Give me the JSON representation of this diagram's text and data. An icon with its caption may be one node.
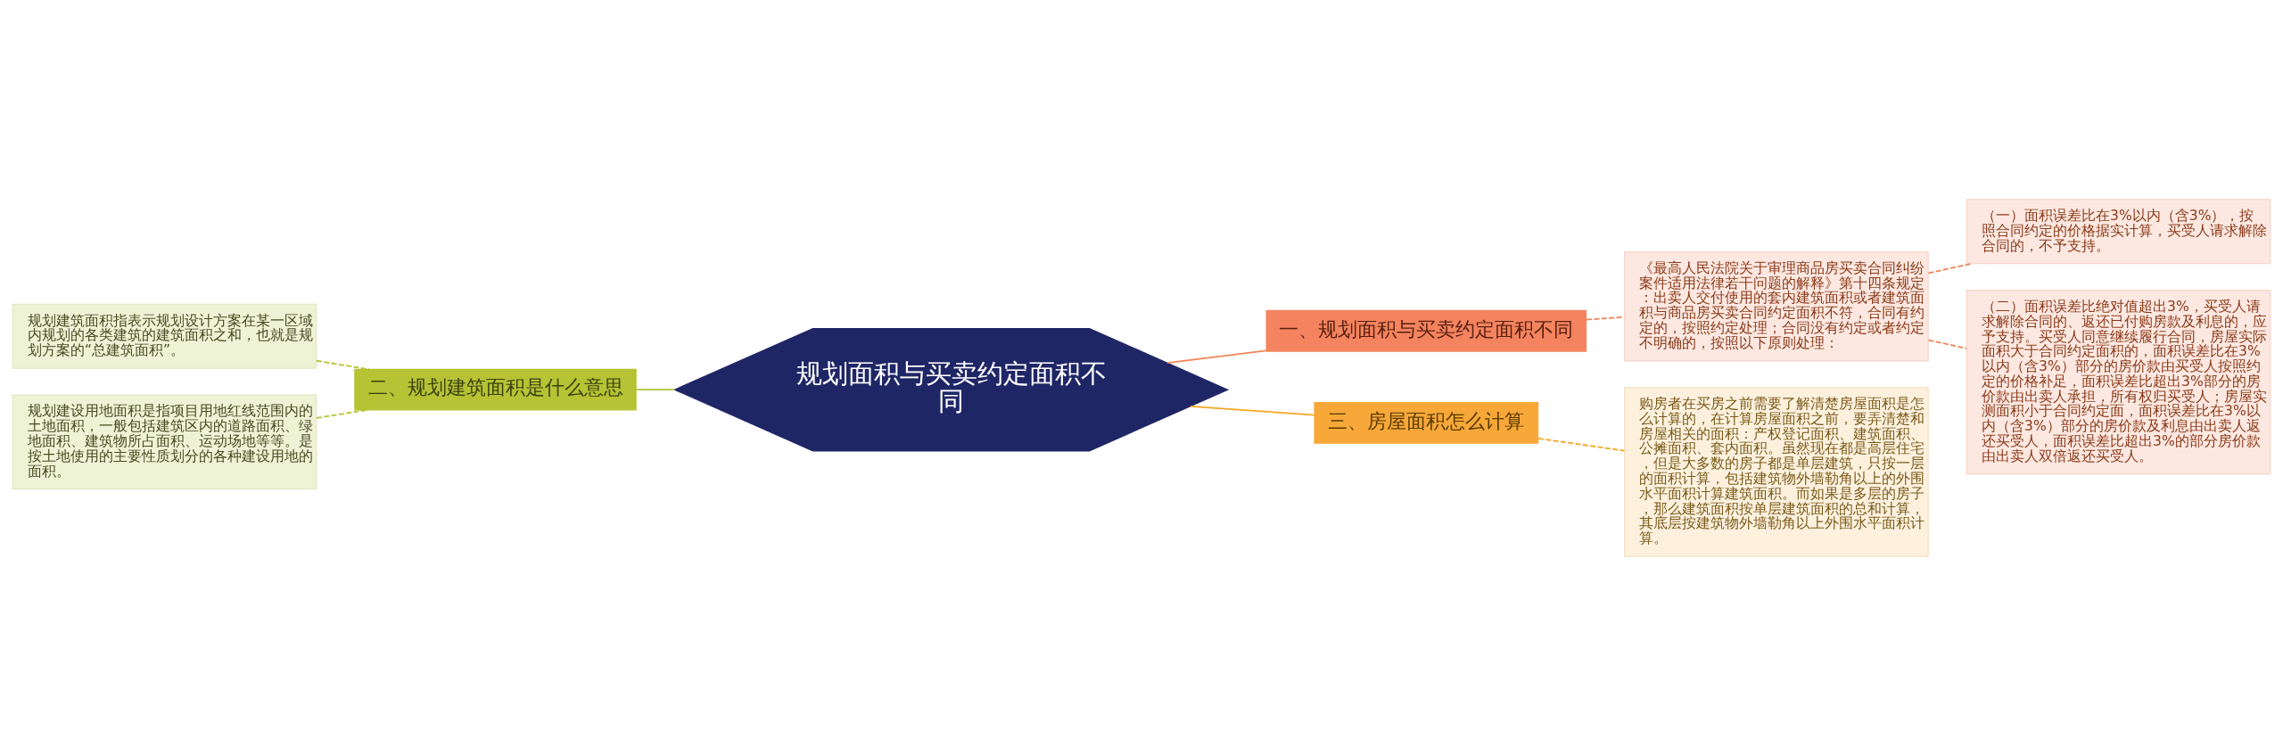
{
  "diagram": {
    "nodes": [
      {
        "text": [
          "规划面积与买卖约定面积不同"
        ]
      },
      {
        "text": [
          "一、规划面积与买卖约定面积不同"
        ]
      },
      {
        "text": [
          "《最高人民法院关于审理商品房买卖合同纠纷案件适用法律若干问题的解释》第十四条规定：出卖人交付使用的套内建筑面积或者建筑面积与商品房买卖合同约定面积不符，合同有约定的，按照约定处理；合同没有约定或者约定不明确的，按照以下原则处理："
        ]
      },
      {
        "text": [
          "（一）面积误差比在3%以内（含3%），按照合同约定的价格据实计算，买受人请求解除合同的，不予支持。"
        ]
      },
      {
        "text": [
          "（二）面积误差比绝对值超出3%，买受人请求解除合同的、返还已付购房款及利息的，应予支持。买受人同意继续履行合同，房屋实际面积大于合同约定面积的，面积误差比在3%以内（含3%）部分的房价款由买受人按照约定的价格补足，面积误差比超出3%部分的房价款由出卖人承担，所有权归买受人；房屋实测面积小于合同约定面，面积误差比在3%以内（含3%）部分的房价款及利息由出卖人返还买受人，面积误差比超出3%的部分房价款由出卖人双倍返还买受人。"
        ]
      },
      {
        "text": [
          "二、规划建筑面积是什么意思"
        ]
      },
      {
        "text": [
          "规划建筑面积指表示规划设计方案在某一区域内规划的各类建筑的建筑面积之和，也就是规划方案的“总建筑面积”。"
        ]
      },
      {
        "text": [
          "规划建设用地面积是指项目用地红线范围内的土地面积，一般包括建筑区内的道路面积、绿地面积、建筑物所占面积、运动场地等等。是按土地使用的主要性质划分的各种建设用地的面积。"
        ]
      },
      {
        "text": [
          "三、房屋面积怎么计算"
        ]
      },
      {
        "text": [
          "购房者在买房之前需要了解清楚房屋面积是怎么计算的，在计算房屋面积之前，要弄清楚和房屋相关的面积：产权登记面积、建筑面积、公摊面积、套内面积。虽然现在都是高层住宅，但是大多数的房子都是单层建筑，只按一层的面积计算，包括建筑物外墙勒角以上的外围水平面积计算建筑面积。而如果是多层的房子，那么建筑面积按单层建筑面积的总和计算，其底层按建筑物外墙勒角以上外围水平面积计算。"
        ]
      }
    ],
    "edges": [
      {
        "from": 0,
        "to": 1,
        "arrow": "none",
        "color": "#f08458"
      },
      {
        "from": 1,
        "to": 2,
        "arrow": "none",
        "style": "dashed",
        "color": "#f08458"
      },
      {
        "from": 2,
        "to": 3,
        "arrow": "none",
        "style": "dashed",
        "color": "#f08458"
      },
      {
        "from": 2,
        "to": 4,
        "arrow": "none",
        "style": "dashed",
        "color": "#f08458"
      },
      {
        "from": 5,
        "to": 0,
        "arrow": "none",
        "color": "#b5c334"
      },
      {
        "from": 6,
        "to": 5,
        "arrow": "none",
        "style": "dashed",
        "color": "#b5c334"
      },
      {
        "from": 7,
        "to": 5,
        "arrow": "none",
        "style": "dashed",
        "color": "#b5c334"
      },
      {
        "from": 0,
        "to": 8,
        "arrow": "none",
        "color": "#f5a623"
      },
      {
        "from": 8,
        "to": 9,
        "arrow": "none",
        "style": "dashed",
        "color": "#f5a623"
      }
    ]
  }
}
